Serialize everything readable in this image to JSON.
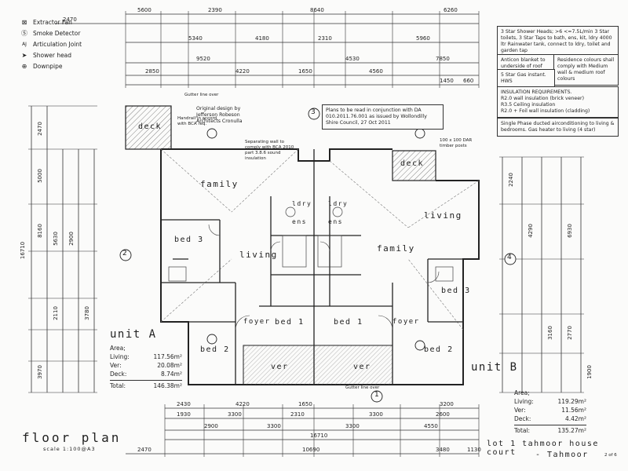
{
  "legend": [
    {
      "icon": "extractor-fan-icon",
      "glyph": "⊠",
      "label": "Extractor Fan"
    },
    {
      "icon": "smoke-detector-icon",
      "glyph": "Ⓢ",
      "label": "Smoke Detector"
    },
    {
      "icon": "articulation-joint-icon",
      "glyph": "AJ",
      "label": "Articulation Joint"
    },
    {
      "icon": "shower-head-icon",
      "glyph": "➤",
      "label": "Shower head"
    },
    {
      "icon": "downpipe-icon",
      "glyph": "⊕",
      "label": "Downpipe"
    }
  ],
  "notes": {
    "design": "Original design by Jefferson Robeson Architects Cronulla",
    "plans": "Plans to be read in conjunction with DA 010.2011.76.001 as issued by Wollondilly Shire Council, 27 Oct 2011",
    "fixtures": "3 Star Shower Heads; >6 <=7.5L/min 3 Star toilets, 3 Star Taps to bath, ens, kit, ldry 4000 ltr Rainwater tank, connect to ldry, toilet and garden tap",
    "anticon": "Anticon blanket to underside of roof sheeting",
    "colours": "Residence colours shall comply with Medium wall & medium roof colours",
    "gas": "5 Star Gas instant. HWS",
    "insulation_title": "INSULATION REQUIREMENTS.",
    "insulation_lines": [
      "R2.0 wall insulation (brick veneer)",
      "R3.5 Ceiling insulation",
      "R2.0 + Foil wall insulation (cladding)"
    ],
    "aircon": "Single Phase ducted airconditioning to living & bedrooms. Gas heater to living (4 star)",
    "handrail": "Handrail in accord with BCA req.",
    "separating": "Separating wall to comply with BCA 2010 part 3.8.6 sound insulation",
    "gutter_top": "Gutter line over",
    "gutter_bottom": "Gutter line over",
    "timber_posts": "100 x 100 DAR timber posts"
  },
  "rooms": {
    "deck_a": "deck",
    "deck_b": "deck",
    "family_a": "family",
    "family_b": "family",
    "living_a": "living",
    "living_b": "living",
    "bed3_a": "bed 3",
    "bed3_b": "bed 3",
    "bed1_a": "bed 1",
    "bed1_b": "bed 1",
    "bed2_a": "bed 2",
    "bed2_b": "bed 2",
    "ver_a": "ver",
    "ver_b": "ver",
    "foyer_a": "foyer",
    "foyer_b": "foyer",
    "ens_a": "ens",
    "ens_b": "ens",
    "ldry_a": "ldry",
    "ldry_b": "ldry"
  },
  "unit_a": {
    "title": "unit A",
    "area_label": "Area;",
    "rows": [
      {
        "label": "Living:",
        "value": "117.56m²"
      },
      {
        "label": "Ver:",
        "value": "20.08m²"
      },
      {
        "label": "Deck:",
        "value": "8.74m²"
      }
    ],
    "total_label": "Total:",
    "total_value": "146.38m²"
  },
  "unit_b": {
    "title": "unit B",
    "area_label": "Area;",
    "rows": [
      {
        "label": "Living:",
        "value": "119.29m²"
      },
      {
        "label": "Ver:",
        "value": "11.56m²"
      },
      {
        "label": "Deck:",
        "value": "4.42m²"
      }
    ],
    "total_label": "Total:",
    "total_value": "135.27m²"
  },
  "title_block": {
    "floor_plan": "floor plan",
    "scale": "scale 1:100@A3",
    "project": "lot 1 tahmoor house court",
    "suburb": "- Tahmoor",
    "sheet": "2 of 6"
  },
  "gridlines": {
    "g1": "1",
    "g2": "2",
    "g3": "3",
    "g4": "4"
  },
  "dims": {
    "top1": [
      "2470",
      "5600",
      "2390",
      "8640",
      "6260"
    ],
    "top2": [
      "5340",
      "4180",
      "2310",
      "5960"
    ],
    "top3": [
      "9520",
      "4530",
      "7850"
    ],
    "top4": [
      "2850",
      "4220",
      "1650",
      "4560",
      "1450",
      "660"
    ],
    "total_width": "16710",
    "bottom1": [
      "2430",
      "4220",
      "1650",
      "3200"
    ],
    "bottom2": [
      "1930",
      "3300",
      "2310",
      "3300",
      "2600"
    ],
    "bottom3": [
      "2900",
      "3300",
      "3300",
      "4550"
    ],
    "bottom4": [
      "2470",
      "10690",
      "3480",
      "1130"
    ],
    "left_total": "16710",
    "left": [
      "2470",
      "5000",
      "8160",
      "5630",
      "2900",
      "2110",
      "3780",
      "3970"
    ],
    "right": [
      "2240",
      "4290",
      "6930",
      "3160",
      "2770",
      "1900"
    ]
  }
}
